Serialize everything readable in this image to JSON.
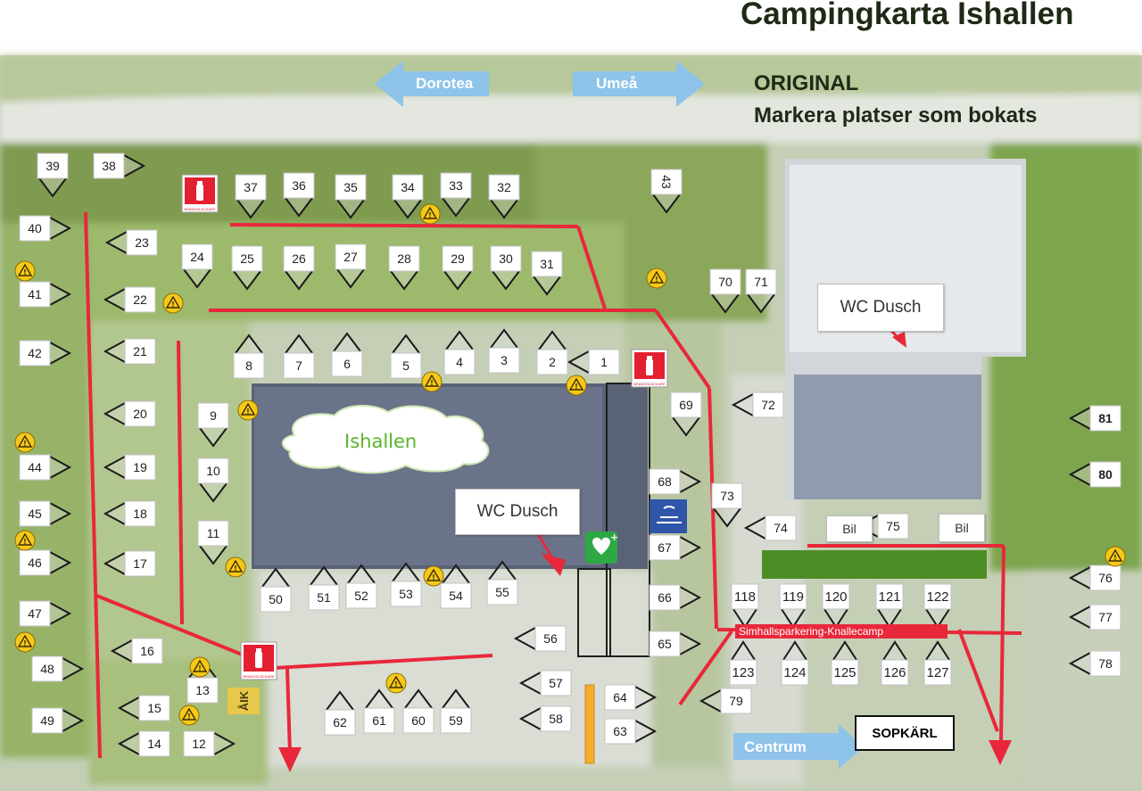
{
  "title": "Campingkarta Ishallen",
  "subtitle_line1": "ORIGINAL",
  "subtitle_line2": "Markera platser som bokats",
  "directions": {
    "dorotea": "Dorotea",
    "umea": "Umeå",
    "centrum": "Centrum"
  },
  "labels": {
    "ishallen": "Ishallen",
    "wc_dusch": "WC Dusch",
    "simhall": "Simhallsparkering-Knallecamp",
    "sopkarl": "SOPKÄRL",
    "bil": "Bil",
    "aik": "ÅIK",
    "brandslackare": "BRANDSLÄCKARE"
  },
  "colors": {
    "route": "#e8283a",
    "arrow": "#8ec3ea",
    "grass": "#a9c47f",
    "road": "#e9ebe6",
    "building": "#6c7587"
  },
  "sites": [
    {
      "n": "39",
      "dir": "down"
    },
    {
      "n": "38",
      "dir": "right"
    },
    {
      "n": "37",
      "dir": "down"
    },
    {
      "n": "36",
      "dir": "down"
    },
    {
      "n": "35",
      "dir": "down"
    },
    {
      "n": "34",
      "dir": "down"
    },
    {
      "n": "33",
      "dir": "down"
    },
    {
      "n": "32",
      "dir": "down"
    },
    {
      "n": "43",
      "dir": "down"
    },
    {
      "n": "40",
      "dir": "right"
    },
    {
      "n": "23",
      "dir": "left"
    },
    {
      "n": "24",
      "dir": "down"
    },
    {
      "n": "25",
      "dir": "down"
    },
    {
      "n": "26",
      "dir": "down"
    },
    {
      "n": "27",
      "dir": "down"
    },
    {
      "n": "28",
      "dir": "down"
    },
    {
      "n": "29",
      "dir": "down"
    },
    {
      "n": "30",
      "dir": "down"
    },
    {
      "n": "31",
      "dir": "down"
    },
    {
      "n": "41",
      "dir": "right"
    },
    {
      "n": "22",
      "dir": "left"
    },
    {
      "n": "70",
      "dir": "down"
    },
    {
      "n": "71",
      "dir": "down"
    },
    {
      "n": "42",
      "dir": "right"
    },
    {
      "n": "21",
      "dir": "left"
    },
    {
      "n": "8",
      "dir": "up"
    },
    {
      "n": "7",
      "dir": "up"
    },
    {
      "n": "6",
      "dir": "up"
    },
    {
      "n": "5",
      "dir": "up"
    },
    {
      "n": "4",
      "dir": "up"
    },
    {
      "n": "3",
      "dir": "up"
    },
    {
      "n": "2",
      "dir": "up"
    },
    {
      "n": "1",
      "dir": "left"
    },
    {
      "n": "9",
      "dir": "down"
    },
    {
      "n": "20",
      "dir": "left"
    },
    {
      "n": "69",
      "dir": "down"
    },
    {
      "n": "72",
      "dir": "left"
    },
    {
      "n": "81",
      "dir": "left"
    },
    {
      "n": "44",
      "dir": "right"
    },
    {
      "n": "19",
      "dir": "left"
    },
    {
      "n": "10",
      "dir": "down"
    },
    {
      "n": "80",
      "dir": "left"
    },
    {
      "n": "68",
      "dir": "right"
    },
    {
      "n": "73",
      "dir": "down"
    },
    {
      "n": "45",
      "dir": "right"
    },
    {
      "n": "18",
      "dir": "left"
    },
    {
      "n": "74",
      "dir": "left"
    },
    {
      "n": "75",
      "dir": "left"
    },
    {
      "n": "11",
      "dir": "down"
    },
    {
      "n": "67",
      "dir": "right"
    },
    {
      "n": "46",
      "dir": "right"
    },
    {
      "n": "17",
      "dir": "left"
    },
    {
      "n": "76",
      "dir": "left"
    },
    {
      "n": "50",
      "dir": "up"
    },
    {
      "n": "51",
      "dir": "up"
    },
    {
      "n": "52",
      "dir": "up"
    },
    {
      "n": "53",
      "dir": "up"
    },
    {
      "n": "54",
      "dir": "up"
    },
    {
      "n": "55",
      "dir": "up"
    },
    {
      "n": "66",
      "dir": "right"
    },
    {
      "n": "118",
      "dir": "down"
    },
    {
      "n": "119",
      "dir": "down"
    },
    {
      "n": "120",
      "dir": "down"
    },
    {
      "n": "121",
      "dir": "down"
    },
    {
      "n": "122",
      "dir": "down"
    },
    {
      "n": "47",
      "dir": "right"
    },
    {
      "n": "77",
      "dir": "left"
    },
    {
      "n": "56",
      "dir": "left"
    },
    {
      "n": "65",
      "dir": "right"
    },
    {
      "n": "16",
      "dir": "left"
    },
    {
      "n": "123",
      "dir": "up"
    },
    {
      "n": "124",
      "dir": "up"
    },
    {
      "n": "125",
      "dir": "up"
    },
    {
      "n": "126",
      "dir": "up"
    },
    {
      "n": "127",
      "dir": "up"
    },
    {
      "n": "48",
      "dir": "right"
    },
    {
      "n": "78",
      "dir": "left"
    },
    {
      "n": "13",
      "dir": "up"
    },
    {
      "n": "57",
      "dir": "left"
    },
    {
      "n": "64",
      "dir": "right"
    },
    {
      "n": "79",
      "dir": "left"
    },
    {
      "n": "15",
      "dir": "left"
    },
    {
      "n": "62",
      "dir": "up"
    },
    {
      "n": "61",
      "dir": "up"
    },
    {
      "n": "60",
      "dir": "up"
    },
    {
      "n": "59",
      "dir": "up"
    },
    {
      "n": "58",
      "dir": "left"
    },
    {
      "n": "49",
      "dir": "right"
    },
    {
      "n": "63",
      "dir": "right"
    },
    {
      "n": "14",
      "dir": "left"
    },
    {
      "n": "12",
      "dir": "right"
    }
  ]
}
